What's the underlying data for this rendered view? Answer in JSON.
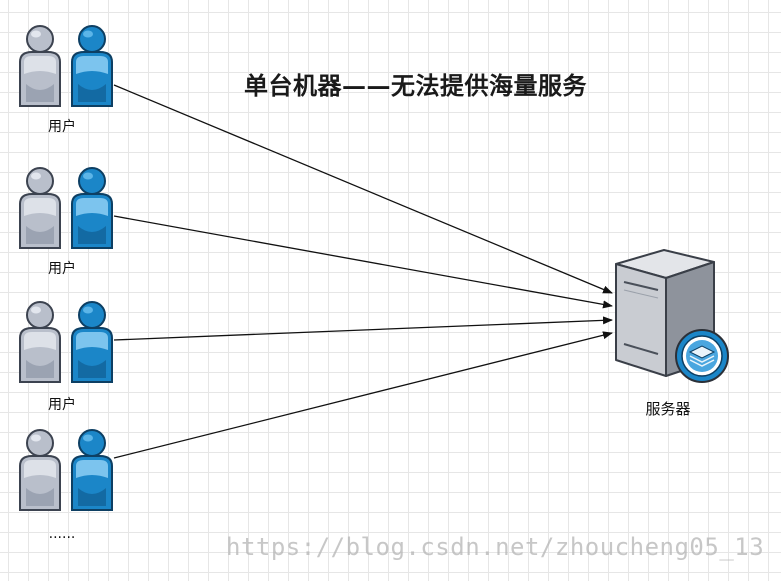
{
  "title": "单台机器——无法提供海量服务",
  "users": [
    {
      "label": "用户"
    },
    {
      "label": "用户"
    },
    {
      "label": "用户"
    },
    {
      "label": "......"
    }
  ],
  "server": {
    "label": "服务器"
  },
  "watermark": "https://blog.csdn.net/zhoucheng05_13",
  "colors": {
    "user_gray": "#b9bfcb",
    "user_blue": "#1b86c8",
    "server_body": "#c9ccd2",
    "arrow": "#111111"
  }
}
